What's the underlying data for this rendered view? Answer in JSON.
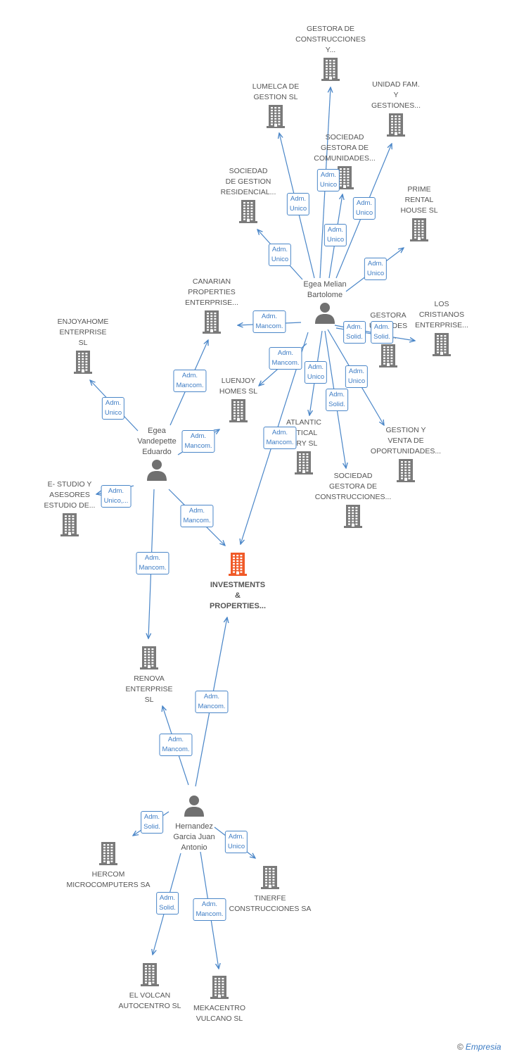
{
  "colors": {
    "edge": "#4a86c8",
    "building": "#7a7a7a",
    "center": "#f05a28",
    "person": "#707070"
  },
  "center": {
    "label": "INVESTMENTS\n&\nPROPERTIES..."
  },
  "persons": [
    {
      "id": "egea_melian",
      "label": "Egea Melian\nBartolome"
    },
    {
      "id": "egea_vandepette",
      "label": "Egea\nVandepette\nEduardo"
    },
    {
      "id": "hernandez",
      "label": "Hernandez\nGarcia Juan\nAntonio"
    }
  ],
  "companies": [
    {
      "id": "gestora_construcciones_y",
      "label": "GESTORA DE\nCONSTRUCCIONES\nY..."
    },
    {
      "id": "lumelca",
      "label": "LUMELCA DE\nGESTION  SL"
    },
    {
      "id": "unidad_fam",
      "label": "UNIDAD FAM.\nY\nGESTIONES..."
    },
    {
      "id": "sociedad_gestora_comunidades",
      "label": "SOCIEDAD\nGESTORA DE\nCOMUNIDADES..."
    },
    {
      "id": "sociedad_gestion_residencial",
      "label": "SOCIEDAD\nDE GESTION\nRESIDENCIAL..."
    },
    {
      "id": "prime_rental",
      "label": "PRIME\nRENTAL\nHOUSE  SL"
    },
    {
      "id": "canarian",
      "label": "CANARIAN\nPROPERTIES\nENTERPRISE..."
    },
    {
      "id": "gestora_unidades",
      "label": "GESTORA\nUNIDADES\nES..."
    },
    {
      "id": "los_cristianos",
      "label": "LOS\nCRISTIANOS\nENTERPRISE..."
    },
    {
      "id": "enjoyahome",
      "label": "ENJOYAHOME\nENTERPRISE\nSL"
    },
    {
      "id": "luenjoy",
      "label": "LUENJOY\nHOMES  SL"
    },
    {
      "id": "atlantic",
      "label": "ATLANTIC\n...TICAL\n...RY  SL"
    },
    {
      "id": "gestion_venta",
      "label": "GESTION Y\nVENTA DE\nOPORTUNIDADES..."
    },
    {
      "id": "sociedad_gestora_construcciones",
      "label": "SOCIEDAD\nGESTORA DE\nCONSTRUCCIONES..."
    },
    {
      "id": "e_studio",
      "label": "E- STUDIO Y\nASESORES\nESTUDIO DE..."
    },
    {
      "id": "renova",
      "label": "RENOVA\nENTERPRISE\nSL"
    },
    {
      "id": "hercom",
      "label": "HERCOM\nMICROCOMPUTERS SA"
    },
    {
      "id": "tinerfe",
      "label": "TINERFE\nCONSTRUCCIONES SA"
    },
    {
      "id": "el_volcan",
      "label": "EL VOLCAN\nAUTOCENTRO SL"
    },
    {
      "id": "mekacentro",
      "label": "MEKACENTRO\nVULCANO  SL"
    }
  ],
  "edges": [
    {
      "from": "egea_melian",
      "to": "gestora_construcciones_y",
      "label": "Adm.\nUnico"
    },
    {
      "from": "egea_melian",
      "to": "lumelca",
      "label": "Adm.\nUnico"
    },
    {
      "from": "egea_melian",
      "to": "sociedad_gestora_comunidades",
      "label": "Adm.\nUnico"
    },
    {
      "from": "egea_melian",
      "to": "unidad_fam",
      "label": "Adm.\nUnico"
    },
    {
      "from": "egea_melian",
      "to": "sociedad_gestion_residencial",
      "label": "Adm.\nUnico"
    },
    {
      "from": "egea_melian",
      "to": "prime_rental",
      "label": "Adm.\nUnico"
    },
    {
      "from": "egea_melian",
      "to": "canarian",
      "label": "Adm.\nMancom."
    },
    {
      "from": "egea_melian",
      "to": "gestora_unidades",
      "label": "Adm.\nSolid."
    },
    {
      "from": "egea_melian",
      "to": "los_cristianos",
      "label": "Adm.\nSolid."
    },
    {
      "from": "egea_melian",
      "to": "luenjoy",
      "label": "Adm.\nMancom."
    },
    {
      "from": "egea_melian",
      "to": "atlantic",
      "label": "Adm.\nUnico"
    },
    {
      "from": "egea_melian",
      "to": "sociedad_gestora_construcciones",
      "label": "Adm.\nSolid."
    },
    {
      "from": "egea_melian",
      "to": "gestion_venta",
      "label": "Adm.\nUnico"
    },
    {
      "from": "egea_melian",
      "to": "center",
      "label": "Adm.\nMancom."
    },
    {
      "from": "egea_vandepette",
      "to": "canarian",
      "label": "Adm.\nMancom."
    },
    {
      "from": "egea_vandepette",
      "to": "enjoyahome",
      "label": "Adm.\nUnico"
    },
    {
      "from": "egea_vandepette",
      "to": "luenjoy",
      "label": "Adm.\nMancom."
    },
    {
      "from": "egea_vandepette",
      "to": "e_studio",
      "label": "Adm.\nUnico,..."
    },
    {
      "from": "egea_vandepette",
      "to": "center",
      "label": "Adm.\nMancom."
    },
    {
      "from": "egea_vandepette",
      "to": "renova",
      "label": "Adm.\nMancom."
    },
    {
      "from": "hernandez",
      "to": "center",
      "label": "Adm.\nMancom."
    },
    {
      "from": "hernandez",
      "to": "renova",
      "label": "Adm.\nMancom."
    },
    {
      "from": "hernandez",
      "to": "hercom",
      "label": "Adm.\nSolid."
    },
    {
      "from": "hernandez",
      "to": "tinerfe",
      "label": "Adm.\nUnico"
    },
    {
      "from": "hernandez",
      "to": "el_volcan",
      "label": "Adm.\nSolid."
    },
    {
      "from": "hernandez",
      "to": "mekacentro",
      "label": "Adm.\nMancom."
    }
  ],
  "brand": {
    "copyright": "©",
    "name": "Empresia"
  }
}
